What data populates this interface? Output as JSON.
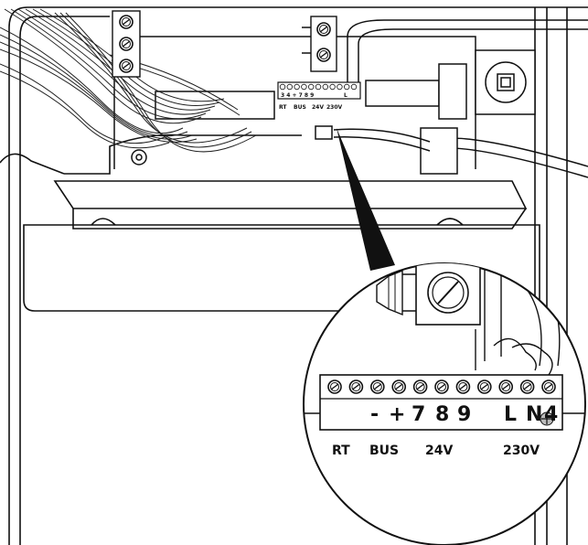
{
  "small_terminal": {
    "numbers": "3 4 + 7 8 9",
    "l_mark": "L",
    "labels": {
      "rt": "RT",
      "bus": "BUS",
      "v24": "24V",
      "v230": "230V"
    }
  },
  "zoom": {
    "terminal_marks": {
      "minus": "-",
      "plus": "+",
      "seven": "7",
      "eight": "8",
      "nine": "9",
      "l": "L",
      "n": "N",
      "four": "4"
    },
    "group_labels": {
      "rt": "RT",
      "bus": "BUS",
      "v24": "24V",
      "v230": "230V"
    }
  }
}
